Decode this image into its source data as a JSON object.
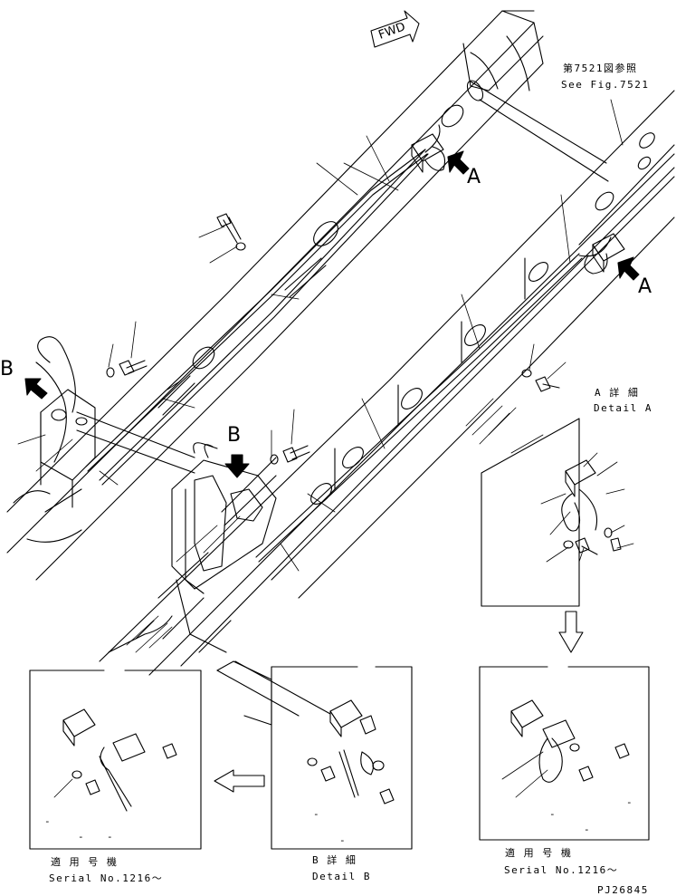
{
  "direction_label": "FWD",
  "reference": {
    "ja": "第7521図参照",
    "en": "See Fig.7521"
  },
  "callouts": {
    "a_upper": "A",
    "a_lower": "A",
    "b_left": "B",
    "b_center": "B"
  },
  "detail_a": {
    "ja": "A 詳 細",
    "en": "Detail A"
  },
  "detail_b": {
    "ja": "B 詳 細",
    "en": "Detail B"
  },
  "serial_left": {
    "ja": "適 用 号 機",
    "en": "Serial No.1216～"
  },
  "serial_right": {
    "ja": "適 用 号 機",
    "en": "Serial No.1216～"
  },
  "blank_marks": [
    "-",
    "-",
    "-",
    "-",
    "-",
    "-",
    "-",
    "-"
  ],
  "drawing_no": "PJ26845"
}
